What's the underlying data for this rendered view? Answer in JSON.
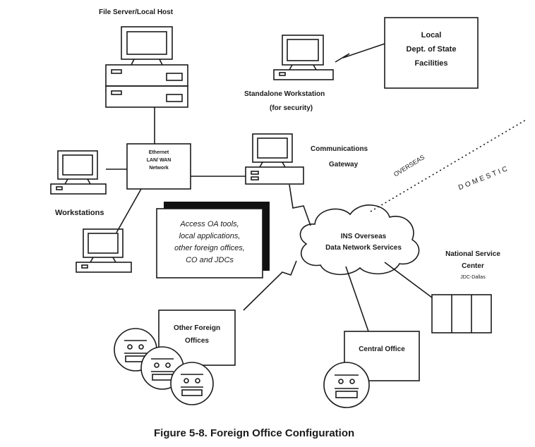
{
  "caption": "Figure 5-8.  Foreign Office Configuration",
  "nodes": {
    "file_server": "File Server/Local Host",
    "ethernet_line1": "Ethernet",
    "ethernet_line2": "LAN/ WAN",
    "ethernet_line3": "Network",
    "workstations": "Workstations",
    "standalone_line1": "Standalone Workstation",
    "standalone_line2": "(for security)",
    "local_dept_line1": "Local",
    "local_dept_line2": "Dept. of State",
    "local_dept_line3": "Facilities",
    "comm_gateway_line1": "Communications",
    "comm_gateway_line2": "Gateway",
    "access_line1": "Access OA tools,",
    "access_line2": "local applications,",
    "access_line3": "other foreign offices,",
    "access_line4": "CO and JDCs",
    "ins_line1": "INS Overseas",
    "ins_line2": "Data Network Services",
    "nsc_line1": "National Service",
    "nsc_line2": "Center",
    "nsc_line3": "JDC-Dallas",
    "other_offices_line1": "Other Foreign",
    "other_offices_line2": "Offices",
    "central_office": "Central Office",
    "overseas": "OVERSEAS",
    "domestic": "DOMESTIC"
  },
  "colors": {
    "ink": "#1a1a1a",
    "paper": "#ffffff",
    "shadow": "#111111"
  }
}
